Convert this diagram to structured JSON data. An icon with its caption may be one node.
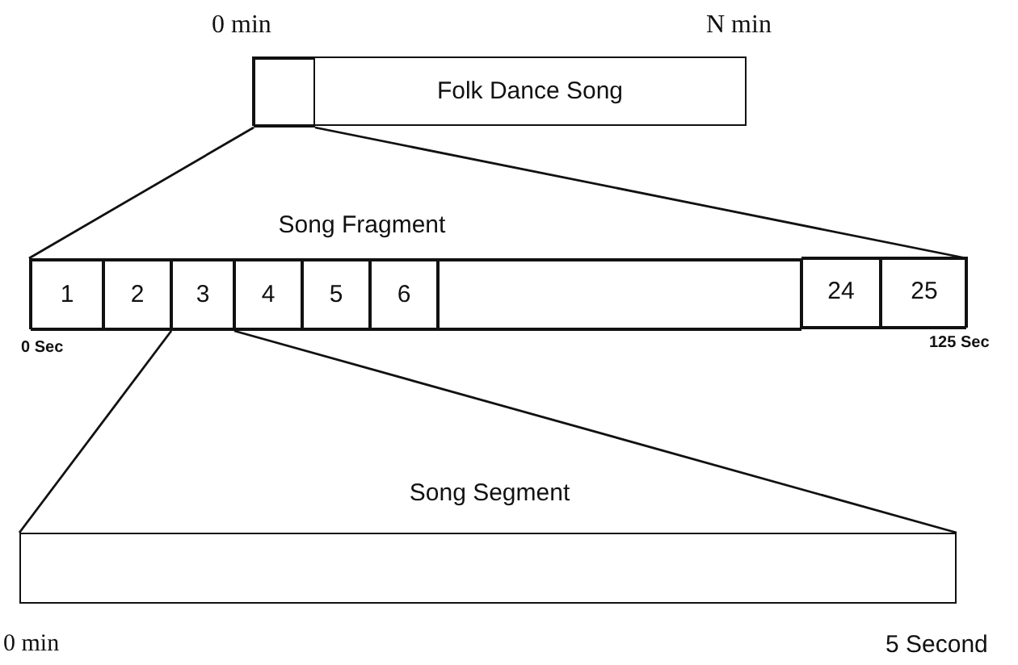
{
  "diagram": {
    "nodes": [
      {
        "text": [
          "Folk Dance Song"
        ]
      },
      {
        "text": [],
        "shape": "box",
        "in": 0
      },
      {
        "text": [
          "Song Fragment"
        ]
      },
      {
        "text": [
          "1"
        ],
        "in": 2
      },
      {
        "text": [
          "2"
        ],
        "in": 2
      },
      {
        "text": [
          "3"
        ],
        "in": 2
      },
      {
        "text": [
          "4"
        ],
        "in": 2
      },
      {
        "text": [
          "5"
        ],
        "in": 2
      },
      {
        "text": [
          "6"
        ],
        "in": 2
      },
      {
        "text": [],
        "shape": "box",
        "in": 2
      },
      {
        "text": [
          "24"
        ],
        "in": 2
      },
      {
        "text": [
          "25"
        ],
        "in": 2
      },
      {
        "text": [
          "Song Segment"
        ]
      }
    ],
    "edges": [
      {
        "from": 1,
        "to": 2,
        "arrow": "none"
      },
      {
        "from": 1,
        "to": 2,
        "arrow": "none"
      },
      {
        "from": 5,
        "to": 12,
        "arrow": "none"
      },
      {
        "from": 5,
        "to": 12,
        "arrow": "none"
      }
    ],
    "labels": [
      "0 min",
      "N min",
      "0 Sec",
      "125 Sec",
      "0 min",
      "5 Second"
    ]
  }
}
